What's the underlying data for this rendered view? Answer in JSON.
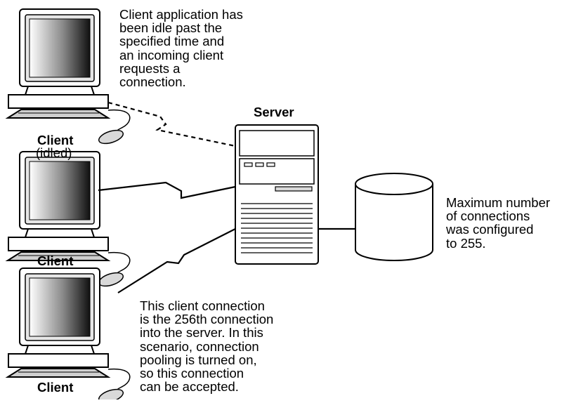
{
  "notes": {
    "idle": "Client application has\nbeen idle past the\nspecified time and\nan incoming client\nrequests a\nconnection.",
    "max": "Maximum number\nof connections\nwas configured\nto 255.",
    "accepted": "This client connection\nis the 256th connection\ninto the server. In this\nscenario, connection\npooling is turned on,\nso this connection\ncan be accepted."
  },
  "labels": {
    "server": "Server",
    "client_top": "Client",
    "client_top_state": "(idled)",
    "client_middle": "Client",
    "client_bottom": "Client"
  },
  "colors": {
    "line": "#000000",
    "body": "#ffffff",
    "device_shade": "#d9d9d9"
  }
}
